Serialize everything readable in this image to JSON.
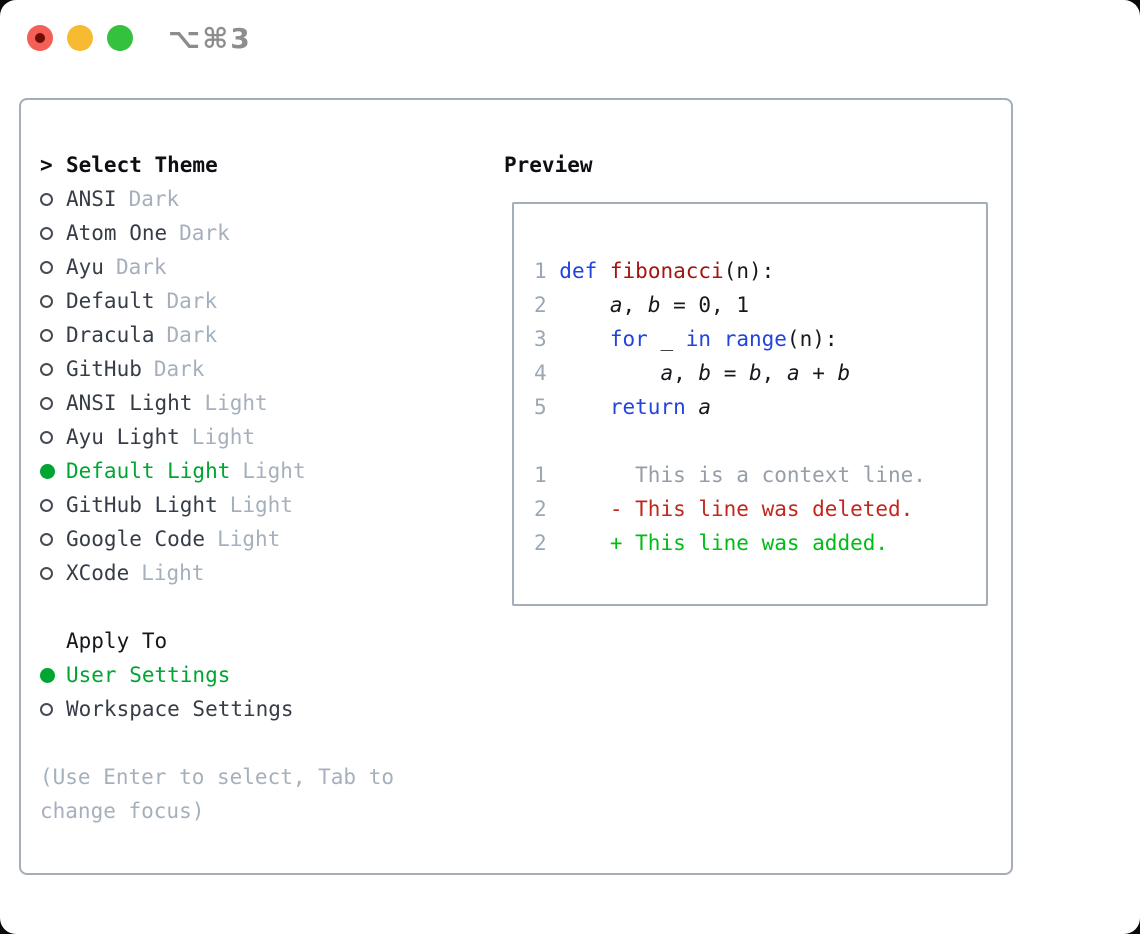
{
  "window": {
    "title": "⌥⌘3",
    "traffic_lights": [
      "close",
      "minimize",
      "zoom"
    ]
  },
  "colors": {
    "accent_green": "#00a532",
    "added_green": "#00bd16",
    "deleted_red": "#c2271d",
    "keyword_blue": "#2244dd",
    "function_red": "#a31512",
    "muted_gray": "#a6b0bd",
    "line_number_gray": "#9ba7b4",
    "panel_border": "#a4adb8",
    "text_dark": "#363d47"
  },
  "theme_selector": {
    "cursor": ">",
    "header": "Select Theme",
    "items": [
      {
        "name": "ANSI",
        "tag": "Dark",
        "selected": false
      },
      {
        "name": "Atom One",
        "tag": "Dark",
        "selected": false
      },
      {
        "name": "Ayu",
        "tag": "Dark",
        "selected": false
      },
      {
        "name": "Default",
        "tag": "Dark",
        "selected": false
      },
      {
        "name": "Dracula",
        "tag": "Dark",
        "selected": false
      },
      {
        "name": "GitHub",
        "tag": "Dark",
        "selected": false
      },
      {
        "name": "ANSI Light",
        "tag": "Light",
        "selected": false
      },
      {
        "name": "Ayu Light",
        "tag": "Light",
        "selected": false
      },
      {
        "name": "Default Light",
        "tag": "Light",
        "selected": true
      },
      {
        "name": "GitHub Light",
        "tag": "Light",
        "selected": false
      },
      {
        "name": "Google Code",
        "tag": "Light",
        "selected": false
      },
      {
        "name": "XCode",
        "tag": "Light",
        "selected": false
      }
    ],
    "apply_to": {
      "label": "Apply To",
      "options": [
        {
          "name": "User Settings",
          "selected": true
        },
        {
          "name": "Workspace Settings",
          "selected": false
        }
      ]
    },
    "hint": "(Use Enter to select, Tab to change focus)"
  },
  "preview": {
    "label": "Preview",
    "lines": [
      {
        "kind": "code",
        "tokens": [
          {
            "t": "ln",
            "s": "1 "
          },
          {
            "t": "kw",
            "s": "def"
          },
          {
            "t": "pl",
            "s": " "
          },
          {
            "t": "fn",
            "s": "fibonacci"
          },
          {
            "t": "pl",
            "s": "(n):"
          }
        ]
      },
      {
        "kind": "code",
        "tokens": [
          {
            "t": "ln",
            "s": "2 "
          },
          {
            "t": "pl",
            "s": "    "
          },
          {
            "t": "var",
            "s": "a"
          },
          {
            "t": "pl",
            "s": ", "
          },
          {
            "t": "var",
            "s": "b"
          },
          {
            "t": "pl",
            "s": " = 0, 1"
          }
        ]
      },
      {
        "kind": "code",
        "tokens": [
          {
            "t": "ln",
            "s": "3 "
          },
          {
            "t": "pl",
            "s": "    "
          },
          {
            "t": "kw",
            "s": "for"
          },
          {
            "t": "pl",
            "s": " _ "
          },
          {
            "t": "kw",
            "s": "in"
          },
          {
            "t": "pl",
            "s": " "
          },
          {
            "t": "kw",
            "s": "range"
          },
          {
            "t": "pl",
            "s": "(n):"
          }
        ]
      },
      {
        "kind": "code",
        "tokens": [
          {
            "t": "ln",
            "s": "4 "
          },
          {
            "t": "pl",
            "s": "        "
          },
          {
            "t": "var",
            "s": "a"
          },
          {
            "t": "pl",
            "s": ", "
          },
          {
            "t": "var",
            "s": "b"
          },
          {
            "t": "pl",
            "s": " = "
          },
          {
            "t": "var",
            "s": "b"
          },
          {
            "t": "pl",
            "s": ", "
          },
          {
            "t": "var",
            "s": "a"
          },
          {
            "t": "pl",
            "s": " + "
          },
          {
            "t": "var",
            "s": "b"
          }
        ]
      },
      {
        "kind": "code",
        "tokens": [
          {
            "t": "ln",
            "s": "5 "
          },
          {
            "t": "pl",
            "s": "    "
          },
          {
            "t": "kw",
            "s": "return"
          },
          {
            "t": "pl",
            "s": " "
          },
          {
            "t": "var",
            "s": "a"
          }
        ]
      },
      {
        "kind": "blank",
        "tokens": []
      },
      {
        "kind": "diff-context",
        "tokens": [
          {
            "t": "ln",
            "s": "1 "
          },
          {
            "t": "ctx",
            "s": "      This is a context line."
          }
        ]
      },
      {
        "kind": "diff-deleted",
        "tokens": [
          {
            "t": "ln",
            "s": "2 "
          },
          {
            "t": "del",
            "s": "    - This line was deleted."
          }
        ]
      },
      {
        "kind": "diff-added",
        "tokens": [
          {
            "t": "ln",
            "s": "2 "
          },
          {
            "t": "add",
            "s": "    + This line was added."
          }
        ]
      }
    ]
  }
}
